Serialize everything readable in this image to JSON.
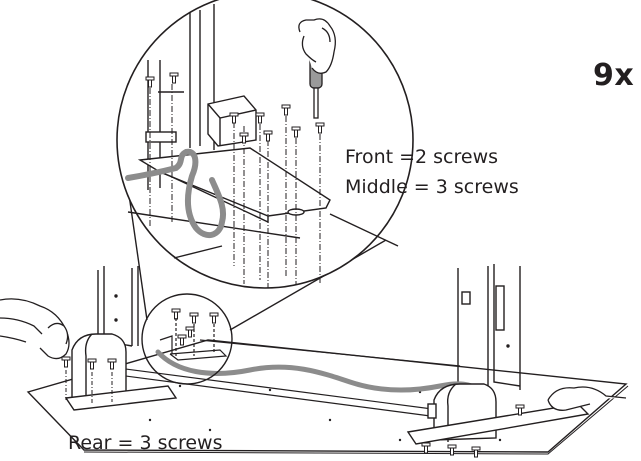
{
  "labels": {
    "count": "9x",
    "front": "Front =2 screws",
    "middle": "Middle = 3 screws",
    "rear": "Rear = 3 screws"
  },
  "colors": {
    "line": "#231f20",
    "cable": "#8c8c8c",
    "background": "#ffffff"
  },
  "icons": [
    "hand-icon",
    "screwdriver-icon",
    "screw-icon"
  ]
}
